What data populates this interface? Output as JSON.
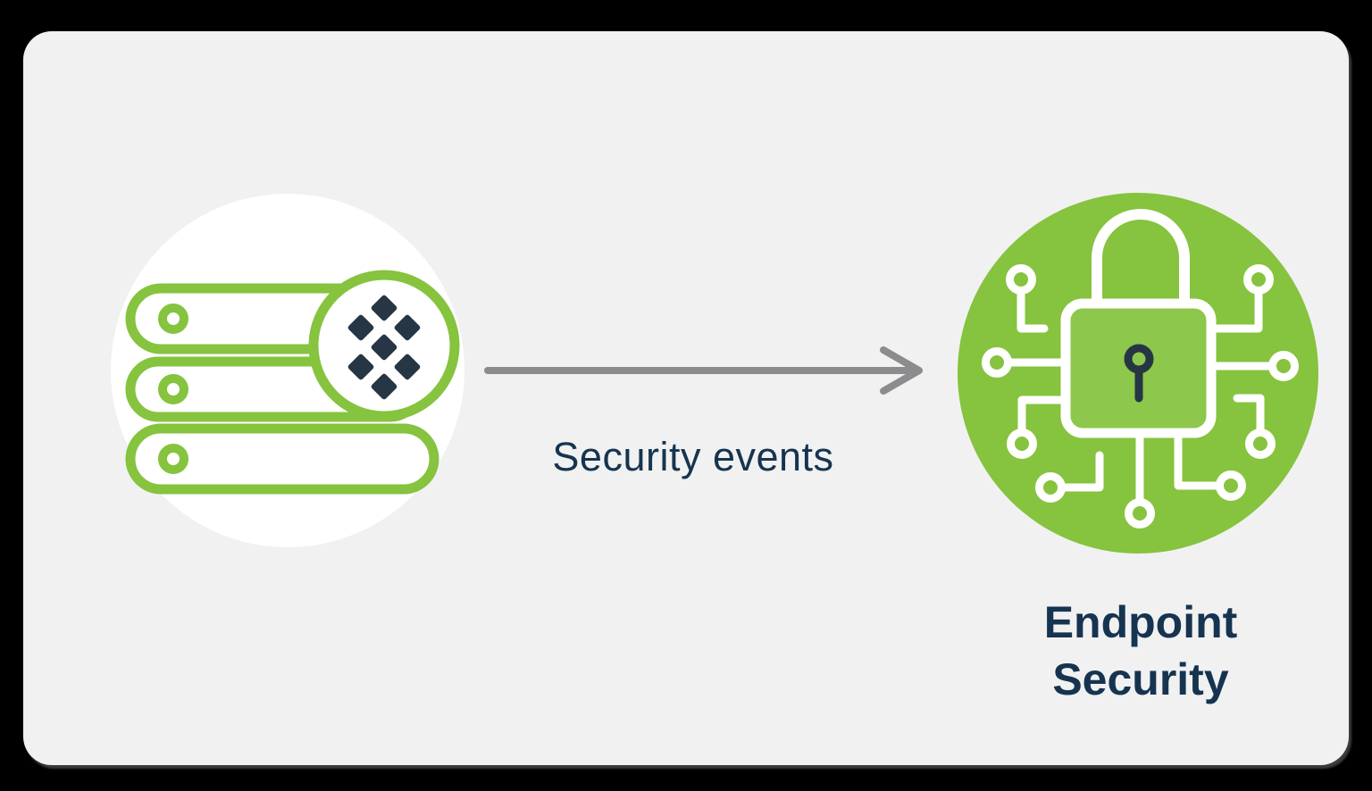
{
  "page": {
    "background": "#000000",
    "card_background": "#f1f1f2"
  },
  "colors": {
    "page_bg": "#000000",
    "card_bg": "#f1f1f2",
    "green": "#86c33e",
    "green_light": "#8dc74b",
    "navy": "#163450",
    "slate": "#263645",
    "arrow": "#8c8c8e",
    "white": "#ffffff"
  },
  "diagram": {
    "source": {
      "icon": "server-stack-icon",
      "badge_icon": "diamond-grid-logo",
      "server_bars": 3,
      "badge_diamonds": 7
    },
    "flow": {
      "arrow_label": "Security events",
      "arrow_direction": "right"
    },
    "target": {
      "icon": "endpoint-security-lock-circuit-icon",
      "label_lines": [
        "Endpoint",
        "Security"
      ],
      "circuit_nodes": 9
    }
  }
}
